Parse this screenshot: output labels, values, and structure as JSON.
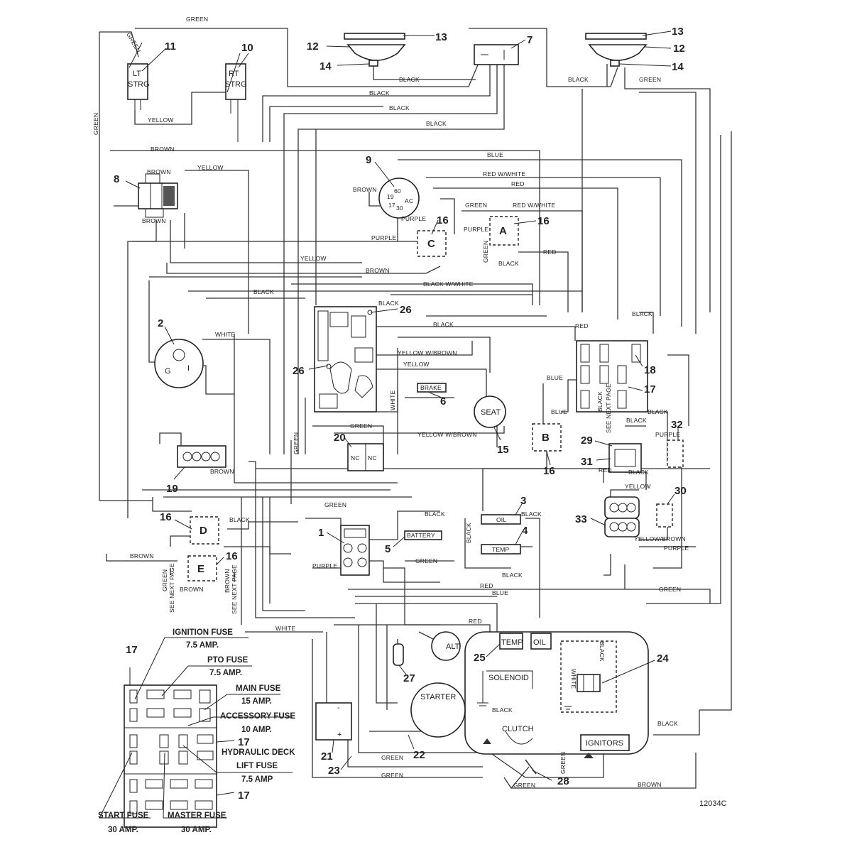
{
  "wire_labels": {
    "green": "GREEN",
    "black": "BLACK",
    "yellow": "YELLOW",
    "brown": "BROWN",
    "blue": "BLUE",
    "red": "RED",
    "red_white": "RED W/WHITE",
    "purple": "PURPLE",
    "white": "WHITE",
    "black_white": "BLACK W/WHITE",
    "yellow_brown": "YELLOW W/BROWN",
    "yellow_brown_short": "YELLOW/BROWN",
    "see_next_page": "SEE NEXT PAGE"
  },
  "callouts": {
    "c1": "1",
    "c2": "2",
    "c3": "3",
    "c4": "4",
    "c5": "5",
    "c6": "6",
    "c7": "7",
    "c8": "8",
    "c9": "9",
    "c10": "10",
    "c11": "11",
    "c12": "12",
    "c13": "13",
    "c14": "14",
    "c15": "15",
    "c16": "16",
    "c17": "17",
    "c18": "18",
    "c19": "19",
    "c20": "20",
    "c21": "21",
    "c22": "22",
    "c23": "23",
    "c24": "24",
    "c25": "25",
    "c26": "26",
    "c27": "27",
    "c28": "28",
    "c29": "29",
    "c30": "30",
    "c31": "31",
    "c32": "32",
    "c33": "33"
  },
  "components": {
    "lt_strg": [
      "LT",
      "STRG"
    ],
    "rt_strg": [
      "RT",
      "STRG"
    ],
    "seat": "SEAT",
    "brake": "BRAKE",
    "battery": "BATTERY",
    "oil": "OIL",
    "temp": "TEMP",
    "alt": "ALT.",
    "starter": "STARTER",
    "solenoid": "SOLENOID",
    "clutch": "CLUTCH",
    "ignitors": "IGNITORS",
    "relay_a": "A",
    "relay_b": "B",
    "relay_c": "C",
    "relay_d": "D",
    "relay_e": "E",
    "switch_nc": "NC",
    "key_g": "G",
    "key_i": "I",
    "key_pos_60": "60",
    "key_pos_19": "19",
    "key_pos_17": "17",
    "key_pos_30": "30",
    "key_pos_acc": "AC"
  },
  "fuses": {
    "ignition": {
      "name": "IGNITION FUSE",
      "rating": "7.5 AMP."
    },
    "pto": {
      "name": "PTO FUSE",
      "rating": "7.5 AMP."
    },
    "main": {
      "name": "MAIN FUSE",
      "rating": "15 AMP."
    },
    "accessory": {
      "name": "ACCESSORY FUSE",
      "rating": "10 AMP."
    },
    "hydraulic": {
      "name": "HYDRAULIC DECK",
      "name2": "LIFT FUSE",
      "rating": "7.5 AMP"
    },
    "start": {
      "name": "START FUSE",
      "rating": "30 AMP."
    },
    "master": {
      "name": "MASTER FUSE",
      "rating": "30 AMP."
    }
  },
  "drawing_number": "12034C"
}
